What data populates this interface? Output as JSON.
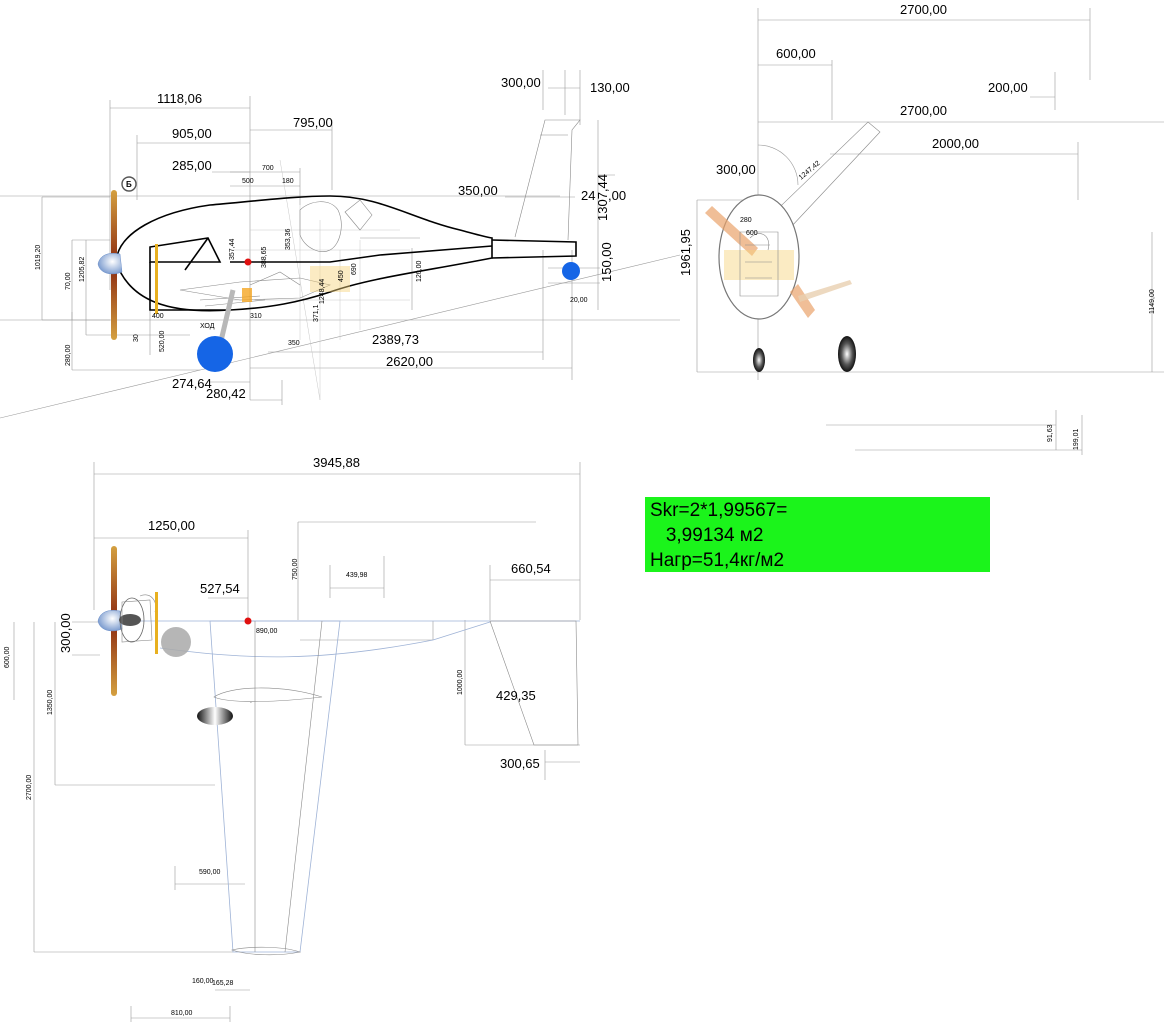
{
  "calc": {
    "line1": "Skr=2*1,99567=",
    "line2": "   3,99134 м2",
    "line3": "Нагр=51,4кг/м2"
  },
  "side_view": {
    "dims_large": [
      "1118,06",
      "905,00",
      "795,00",
      "285,00",
      "300,00",
      "130,00",
      "350,00",
      "24",
      "1307,44",
      "150,00",
      "2389,73",
      "2620,00",
      "274,64",
      "280,42"
    ],
    "dims_small": [
      "700",
      "500",
      "180",
      "1019,20",
      "1205,82",
      "70,00",
      "280,00",
      "520,00",
      "357,44",
      "388,65",
      "353,36",
      "450",
      "690",
      "120,00",
      "20,00",
      "1248,44",
      "371,1",
      "350",
      "310",
      "400",
      "30",
      "ХОД"
    ],
    "markers": [
      "Б"
    ]
  },
  "front_view": {
    "dims_large": [
      "2700,00",
      "600,00",
      "200,00",
      "2700,00",
      "2000,00",
      "300,00",
      "1961,95"
    ],
    "dims_small": [
      "1247,42",
      "1149,00",
      "91,63",
      "199,01",
      "280",
      "600"
    ]
  },
  "top_view": {
    "dims_large": [
      "3945,88",
      "1250,00",
      "527,54",
      "660,54",
      "300,00",
      "429,35",
      "300,65"
    ],
    "dims_small": [
      "750,00",
      "439,98",
      "890,00",
      "600,00",
      "1350,00",
      "2700,00",
      "1000,00",
      "590,00",
      "160,00",
      "165,28",
      "810,00"
    ]
  },
  "colors": {
    "wheel": "#1565e6",
    "cg_marker": "#e01010",
    "strut": "#e8b020",
    "calc_bg": "#1bf41b",
    "propeller": "#a0522d"
  },
  "icons": [
    "propeller-icon",
    "spinner-icon",
    "wheel-icon",
    "cg-marker-icon",
    "engine-sketch-icon"
  ]
}
